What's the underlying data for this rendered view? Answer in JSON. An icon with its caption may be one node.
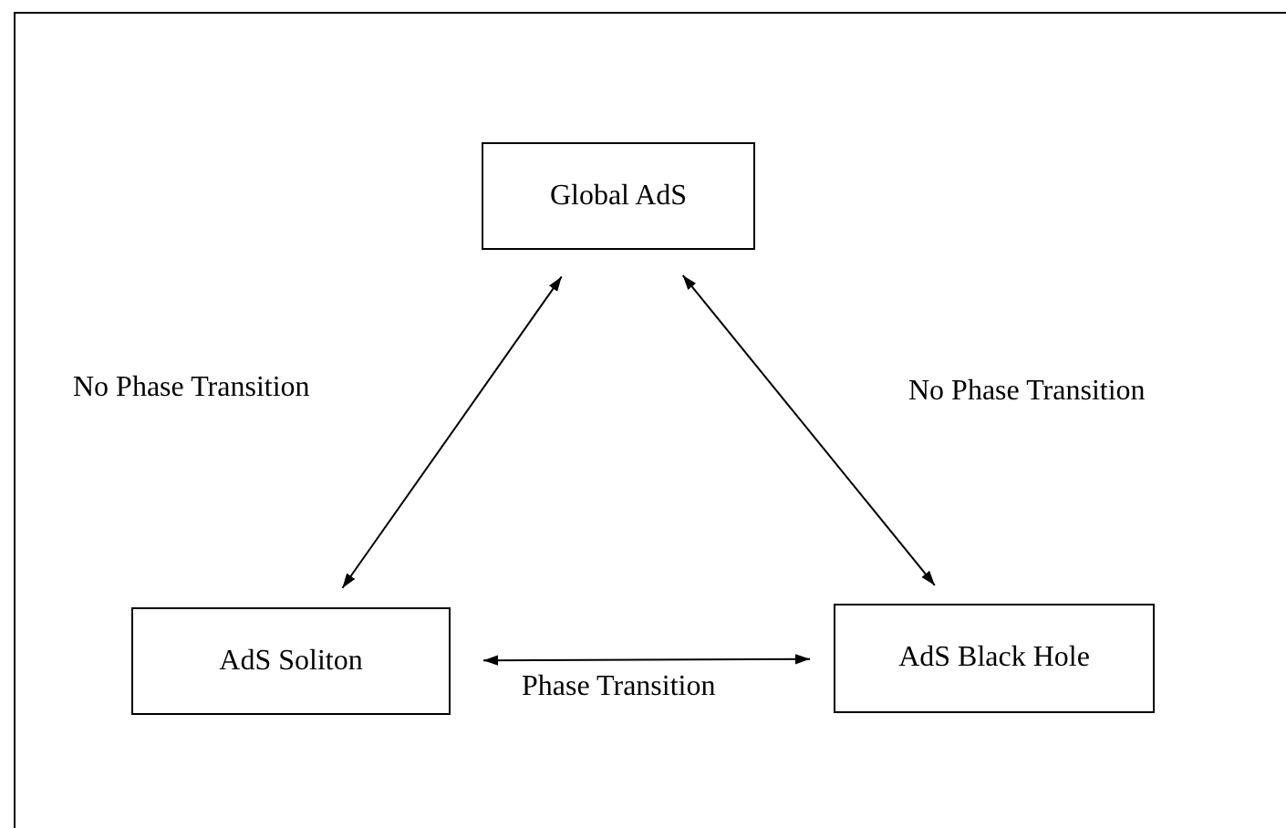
{
  "diagram": {
    "nodes": [
      {
        "text": [
          "Global AdS"
        ]
      },
      {
        "text": [
          "AdS Soliton"
        ]
      },
      {
        "text": [
          "AdS Black Hole"
        ]
      }
    ],
    "edges": [
      {
        "from": 0,
        "to": 1,
        "arrow": "both",
        "label": "No Phase Transition"
      },
      {
        "from": 0,
        "to": 2,
        "arrow": "both",
        "label": "No Phase Transition"
      },
      {
        "from": 1,
        "to": 2,
        "arrow": "both",
        "label": "Phase Transition"
      }
    ]
  }
}
